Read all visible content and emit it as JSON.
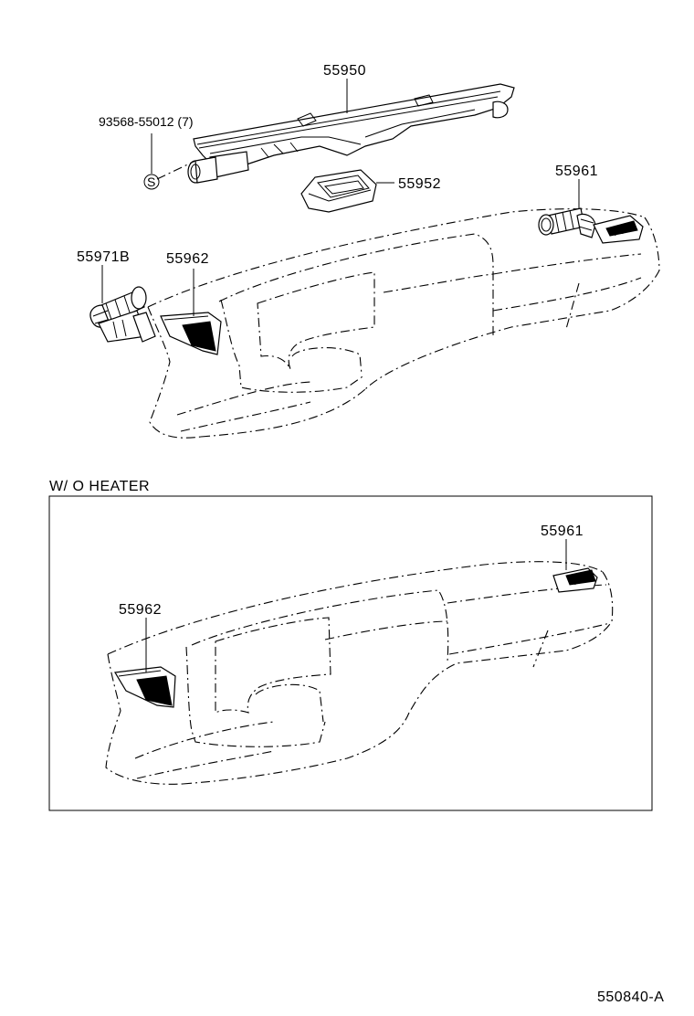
{
  "labels": {
    "part_55950": "55950",
    "part_93568": "93568-55012 (7)",
    "part_55952": "55952",
    "part_55961_top": "55961",
    "part_55971b": "55971B",
    "part_55962_top": "55962",
    "symbol_s": "S",
    "wo_heater": "W/ O  HEATER",
    "part_55961_box": "55961",
    "part_55962_box": "55962",
    "diagram_code": "550840-A"
  }
}
